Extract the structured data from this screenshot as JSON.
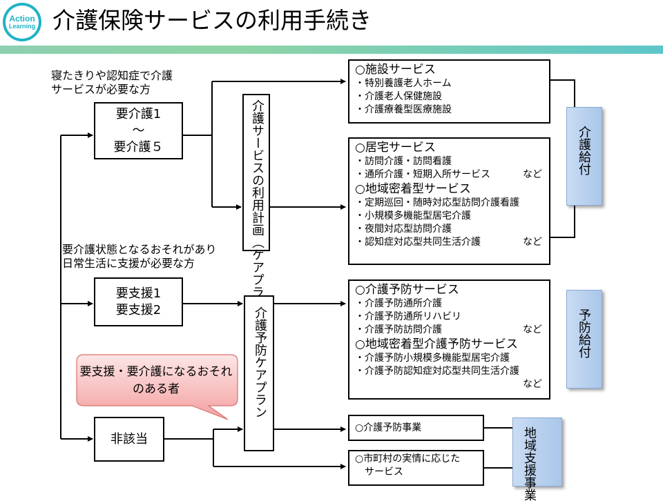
{
  "header": {
    "logo": {
      "line1": "Action",
      "line2": "Learning"
    },
    "title": "介護保険サービスの利用手続き"
  },
  "notes": {
    "care_need": [
      "寝たきりや認知症で介護",
      "サービスが必要な方"
    ],
    "support_need": [
      "要介護状態となるおそれがあり",
      "日常生活に支援が必要な方"
    ]
  },
  "levels": {
    "care": [
      "要介護1",
      "～",
      "要介護５"
    ],
    "support": [
      "要支援1",
      "要支援2"
    ],
    "none": "非該当"
  },
  "plans": {
    "care_plan": "介護サービスの利用計画（ケアプラン）",
    "prevention_plan": "介護予防ケアプラン"
  },
  "services": {
    "facility": {
      "head": "○施設サービス",
      "items": [
        "・特別養護老人ホーム",
        "・介護老人保健施設",
        "・介護療養型医療施設"
      ]
    },
    "home": {
      "head": "○居宅サービス",
      "items": [
        "・訪問介護・訪問看護",
        "・通所介護・短期入所サービス"
      ],
      "etc": "など",
      "head2": "○地域密着型サービス",
      "items2": [
        "・定期巡回・随時対応型訪問介護看護",
        "・小規模多機能型居宅介護",
        "・夜間対応型訪問介護",
        "・認知症対応型共同生活介護"
      ],
      "etc2": "など"
    },
    "prevention": {
      "head": "○介護予防サービス",
      "items": [
        "・介護予防通所介護",
        "・介護予防通所リハビリ",
        "・介護予防訪問介護"
      ],
      "etc": "など",
      "head2": "○地域密着型介護予防サービス",
      "items2": [
        "・介護予防小規模多機能型居宅介護",
        "・介護予防認知症対応型共同生活介護"
      ],
      "etc2": "など"
    },
    "prevention_project": "○介護予防事業",
    "municipal": [
      "○市町村の実情に応じた",
      "　サービス"
    ]
  },
  "benefits": {
    "care": "介護給付",
    "prevention": "予防給付",
    "community": "地域支援事業"
  },
  "callout": "要支援・要介護になるおそれのある者",
  "colors": {
    "teal": "#1fb3c5",
    "blue_panel": "#b7d0ee",
    "callout_red": "#ef8f90"
  }
}
